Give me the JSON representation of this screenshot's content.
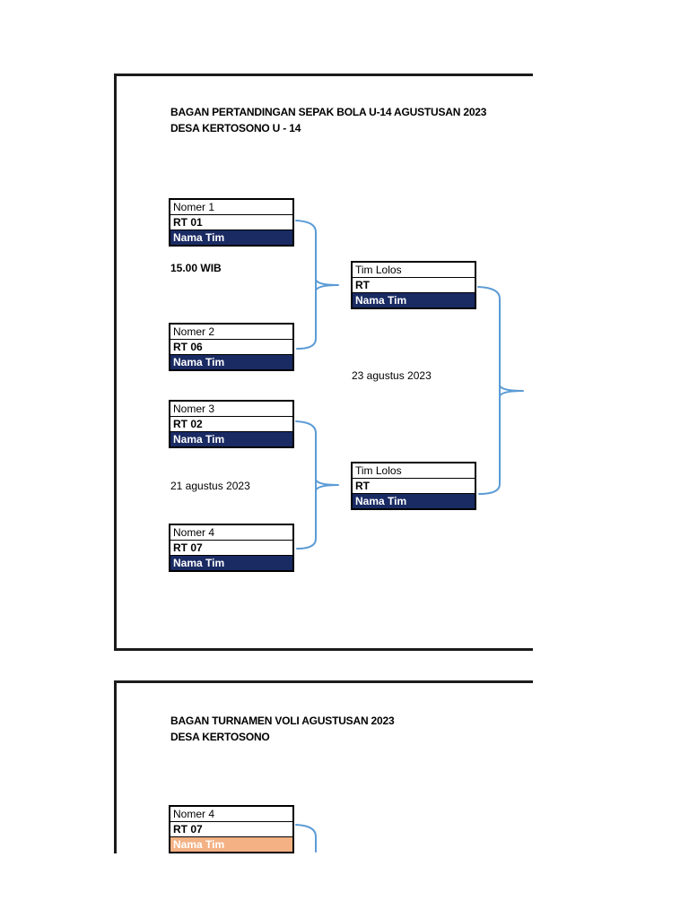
{
  "colors": {
    "team-navy": "#1A2B63",
    "team-orange": "#F4B183",
    "connector-blue": "#5B9BD5"
  },
  "page1": {
    "title_line1": "BAGAN PERTANDINGAN SEPAK BOLA U-14 AGUSTUSAN 2023",
    "title_line2": "DESA KERTOSONO U - 14",
    "time_label": "15.00 WIB",
    "round1_date": "21 agustus 2023",
    "final_date": "23 agustus 2023",
    "slots": [
      {
        "nomer": "Nomer 1",
        "rt": "RT 01",
        "team": "Nama Tim"
      },
      {
        "nomer": "Nomer 2",
        "rt": "RT 06",
        "team": "Nama Tim"
      },
      {
        "nomer": "Nomer 3",
        "rt": "RT 02",
        "team": "Nama Tim"
      },
      {
        "nomer": "Nomer 4",
        "rt": "RT 07",
        "team": "Nama Tim"
      }
    ],
    "winners": [
      {
        "label": "Tim Lolos",
        "rt": "RT",
        "team": "Nama Tim"
      },
      {
        "label": "Tim Lolos",
        "rt": "RT",
        "team": "Nama Tim"
      }
    ]
  },
  "page2": {
    "title_line1": "BAGAN TURNAMEN VOLI AGUSTUSAN 2023",
    "title_line2": "DESA KERTOSONO",
    "slots": [
      {
        "nomer": "Nomer 4",
        "rt": "RT 07",
        "team": "Nama Tim"
      }
    ]
  }
}
